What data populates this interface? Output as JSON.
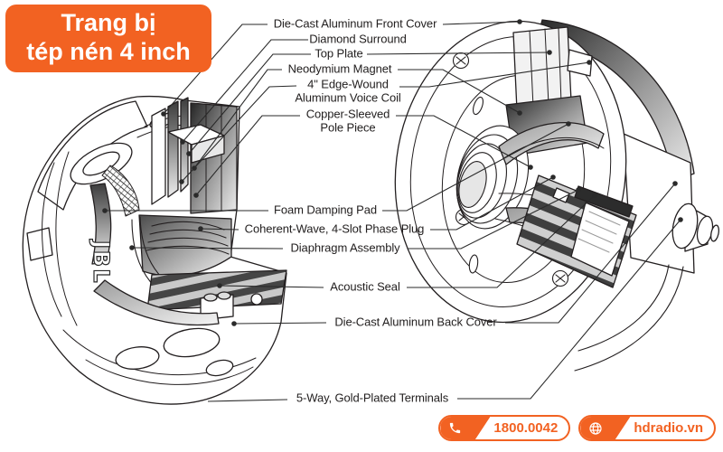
{
  "banner": {
    "text_line1": "Trang bị",
    "text_line2": "tép nén 4 inch"
  },
  "diagram": {
    "product_logo": "JBL",
    "labels": [
      {
        "id": "front-cover",
        "text": "Die-Cast Aluminum Front Cover"
      },
      {
        "id": "diamond-surround",
        "text": "Diamond Surround"
      },
      {
        "id": "top-plate",
        "text": "Top Plate"
      },
      {
        "id": "neodymium-magnet",
        "text": "Neodymium Magnet"
      },
      {
        "id": "voice-coil",
        "text": "4\" Edge-Wound\nAluminum Voice Coil"
      },
      {
        "id": "pole-piece",
        "text": "Copper-Sleeved\nPole Piece"
      },
      {
        "id": "foam-damping-pad",
        "text": "Foam Damping Pad"
      },
      {
        "id": "phase-plug",
        "text": "Coherent-Wave, 4-Slot Phase Plug"
      },
      {
        "id": "diaphragm-assembly",
        "text": "Diaphragm Assembly"
      },
      {
        "id": "acoustic-seal",
        "text": "Acoustic Seal"
      },
      {
        "id": "back-cover",
        "text": "Die-Cast Aluminum Back Cover"
      },
      {
        "id": "terminals",
        "text": "5-Way, Gold-Plated Terminals"
      }
    ]
  },
  "contact": {
    "phone": {
      "icon": "phone-icon",
      "number": "1800.0042"
    },
    "website": {
      "icon": "globe-icon",
      "domain": "hdradio.vn"
    }
  },
  "colors": {
    "accent_orange": "#f26222",
    "line_dark": "#231f20"
  }
}
